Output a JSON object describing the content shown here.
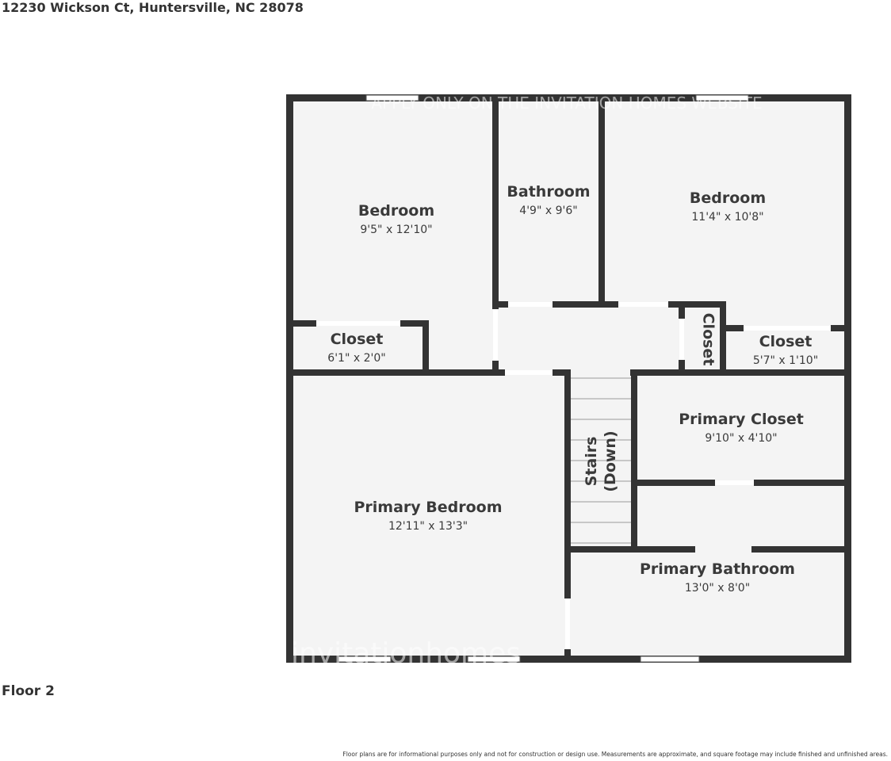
{
  "address": "12230 Wickson Ct, Huntersville, NC 28078",
  "floor_label": "Floor 2",
  "disclaimer": "Floor plans are for informational purposes only and not for construction or design use. Measurements are approximate, and square footage may include finished and unfinished areas.",
  "watermark_top": "APPLY ONLY ON THE INVITATION HOMES WEBSITE",
  "watermark_bottom": "invitationhomes",
  "rooms": {
    "bedroom_left": {
      "name": "Bedroom",
      "dims": "9'5\" x 12'10\""
    },
    "bathroom": {
      "name": "Bathroom",
      "dims": "4'9\" x 9'6\""
    },
    "bedroom_right": {
      "name": "Bedroom",
      "dims": "11'4\" x 10'8\""
    },
    "closet_left": {
      "name": "Closet",
      "dims": "6'1\" x 2'0\""
    },
    "closet_mid": {
      "name": "Closet"
    },
    "closet_right": {
      "name": "Closet",
      "dims": "5'7\" x 1'10\""
    },
    "primary_closet": {
      "name": "Primary Closet",
      "dims": "9'10\" x 4'10\""
    },
    "stairs": {
      "name": "Stairs",
      "sub": "(Down)"
    },
    "primary_bedroom": {
      "name": "Primary Bedroom",
      "dims": "12'11\" x 13'3\""
    },
    "primary_bathroom": {
      "name": "Primary Bathroom",
      "dims": "13'0\" x 8'0\""
    }
  }
}
